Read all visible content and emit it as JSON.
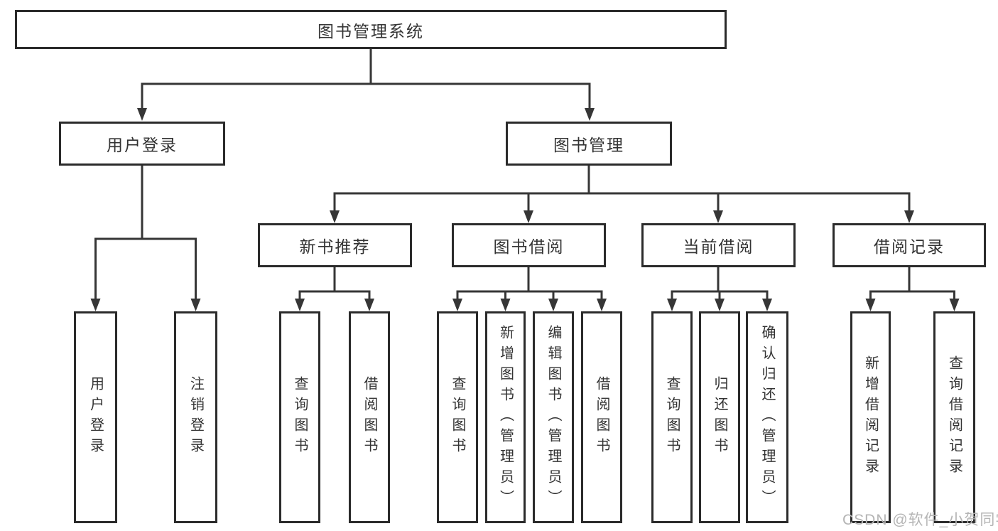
{
  "diagram": {
    "tree": {
      "label": "图书管理系统",
      "children": [
        {
          "label": "用户登录",
          "children": [
            {
              "label": "用户登录"
            },
            {
              "label": "注销登录"
            }
          ]
        },
        {
          "label": "图书管理",
          "children": [
            {
              "label": "新书推荐",
              "children": [
                {
                  "label": "查询图书"
                },
                {
                  "label": "借阅图书"
                }
              ]
            },
            {
              "label": "图书借阅",
              "children": [
                {
                  "label": "查询图书"
                },
                {
                  "label": "新增图书（管理员）"
                },
                {
                  "label": "编辑图书（管理员）"
                },
                {
                  "label": "借阅图书"
                }
              ]
            },
            {
              "label": "当前借阅",
              "children": [
                {
                  "label": "查询图书"
                },
                {
                  "label": "归还图书"
                },
                {
                  "label": "确认归还（管理员）"
                }
              ]
            },
            {
              "label": "借阅记录",
              "children": [
                {
                  "label": "新增借阅记录"
                },
                {
                  "label": "查询借阅记录"
                }
              ]
            }
          ]
        }
      ]
    }
  },
  "watermark": {
    "text": "CSDN @软件_小贺同学"
  }
}
